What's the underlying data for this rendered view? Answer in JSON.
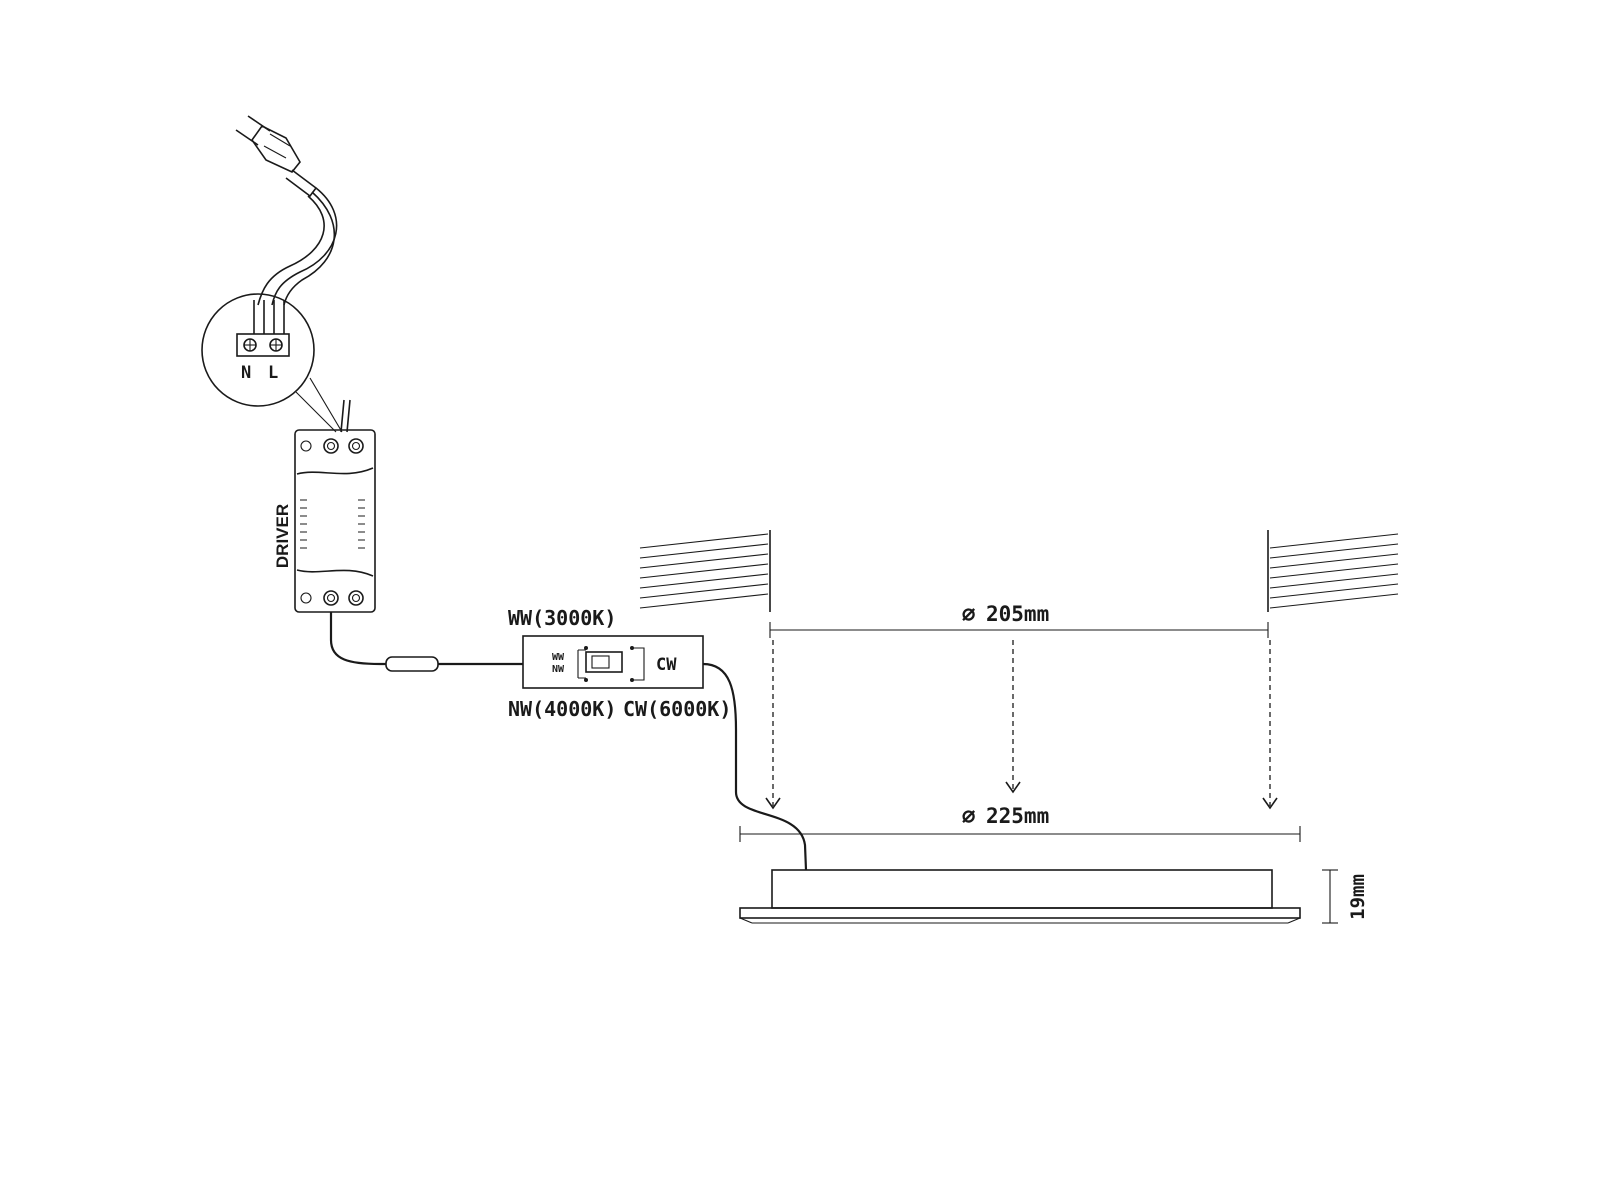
{
  "labels": {
    "terminal_n": "N",
    "terminal_l": "L",
    "driver": "DRIVER",
    "ww_3000k": "WW(3000K)",
    "nw_4000k": "NW(4000K)",
    "cw_6000k": "CW(6000K)",
    "switch_ww": "WW",
    "switch_nw": "NW",
    "switch_cw": "CW",
    "cutout_diameter": "205mm",
    "outer_diameter": "225mm",
    "height": "19mm",
    "diameter_symbol": "⌀"
  },
  "colors": {
    "line": "#1a1a1a",
    "background": "#ffffff"
  }
}
